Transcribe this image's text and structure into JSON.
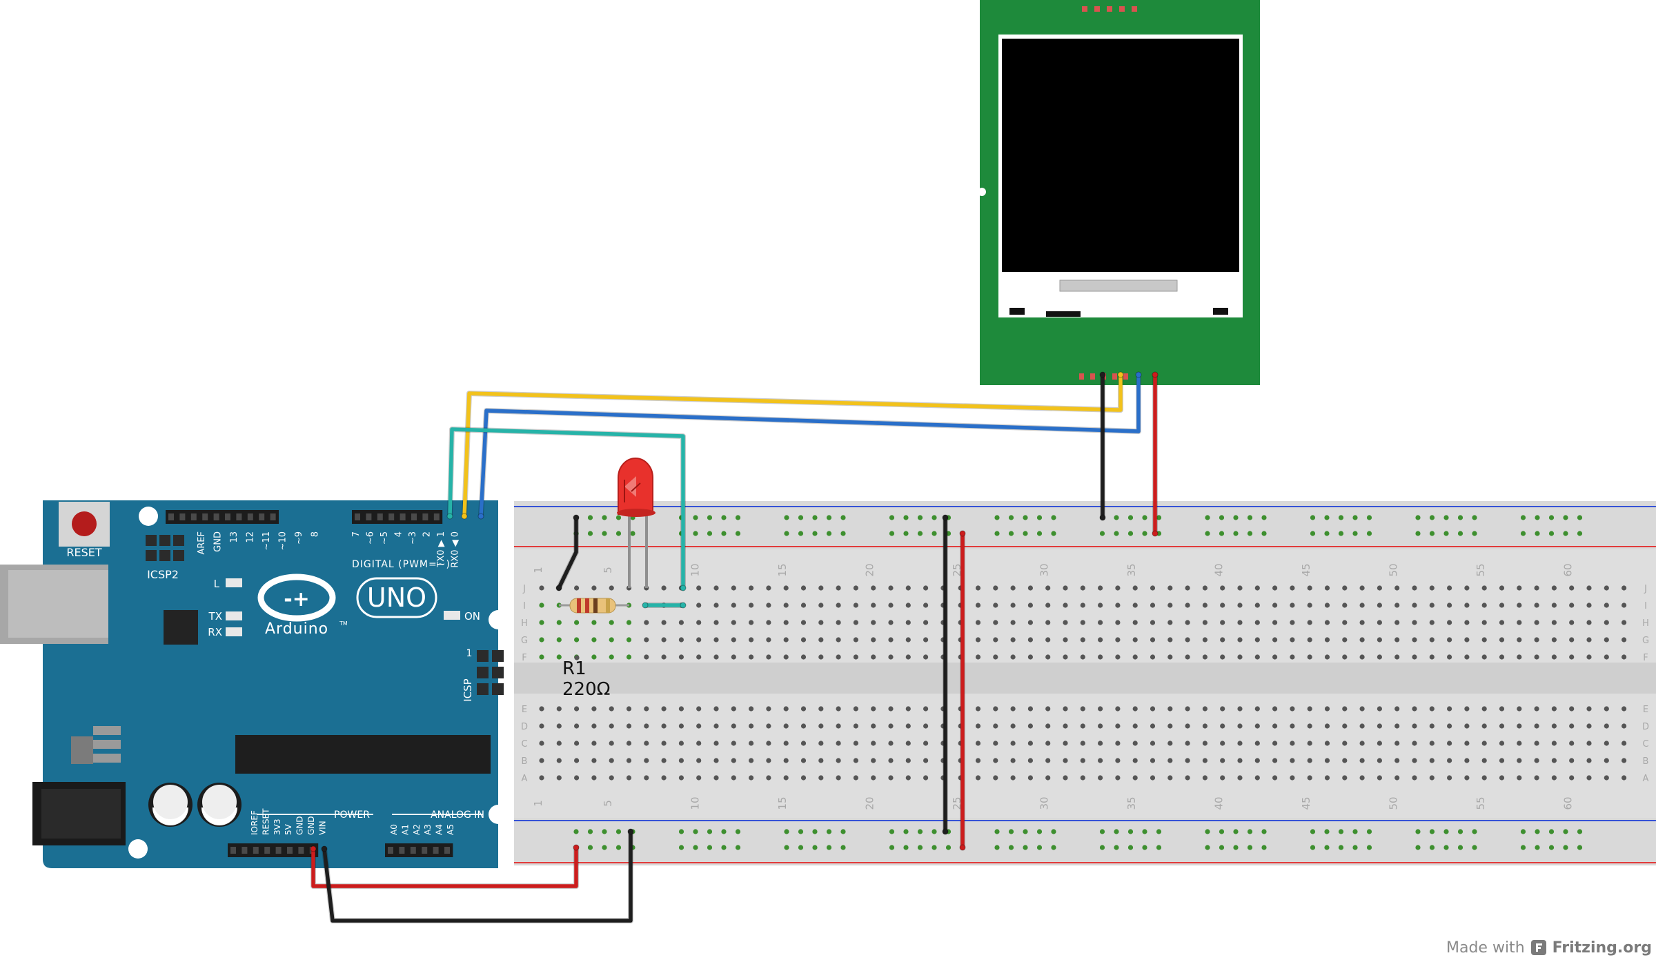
{
  "arduino": {
    "reset_label": "RESET",
    "icsp2_label": "ICSP2",
    "icsp_label": "ICSP",
    "icsp_pin1_label": "1",
    "digital_label": "DIGITAL (PWM=~)",
    "digital_pins": [
      "AREF",
      "GND",
      "13",
      "12",
      "~11",
      "~10",
      "~9",
      "8",
      "7",
      "~6",
      "~5",
      "4",
      "~3",
      "2",
      "TX0 ▶ 1",
      "RX0 ◀ 0"
    ],
    "l_label": "L",
    "tx_label": "TX",
    "rx_label": "RX",
    "on_label": "ON",
    "logo_symbol": "-+",
    "model_label": "UNO",
    "brand_label": "Arduino",
    "trademark": "TM",
    "power_label": "POWER",
    "power_pins": [
      "IOREF",
      "RESET",
      "3V3",
      "5V",
      "GND",
      "GND",
      "VIN"
    ],
    "analog_label": "ANALOG IN",
    "analog_pins": [
      "A0",
      "A1",
      "A2",
      "A3",
      "A4",
      "A5"
    ]
  },
  "breadboard": {
    "column_numbers": [
      "1",
      "5",
      "10",
      "15",
      "20",
      "25",
      "30",
      "35",
      "40",
      "45",
      "50",
      "55",
      "60"
    ],
    "row_letters_top": [
      "J",
      "I",
      "H",
      "G",
      "F"
    ],
    "row_letters_bottom": [
      "E",
      "D",
      "C",
      "B",
      "A"
    ]
  },
  "resistor": {
    "ref": "R1",
    "value": "220Ω"
  },
  "colors": {
    "board_blue": "#1b6f93",
    "lcd_pcb_green": "#1e8a3b",
    "wire_red": "#cc1d1d",
    "wire_black": "#1e1e1e",
    "wire_yellow": "#f2c21b",
    "wire_blue": "#2a6fc9",
    "wire_teal": "#26b3a8",
    "led_red": "#e8312c",
    "breadboard_hole_green": "#3d8f2e",
    "rail_red": "#e23b3b",
    "rail_blue": "#3552d6"
  },
  "footer": {
    "made_with": "Made with",
    "brand": "Fritzing.org",
    "icon": "fritzing-logo-icon"
  }
}
